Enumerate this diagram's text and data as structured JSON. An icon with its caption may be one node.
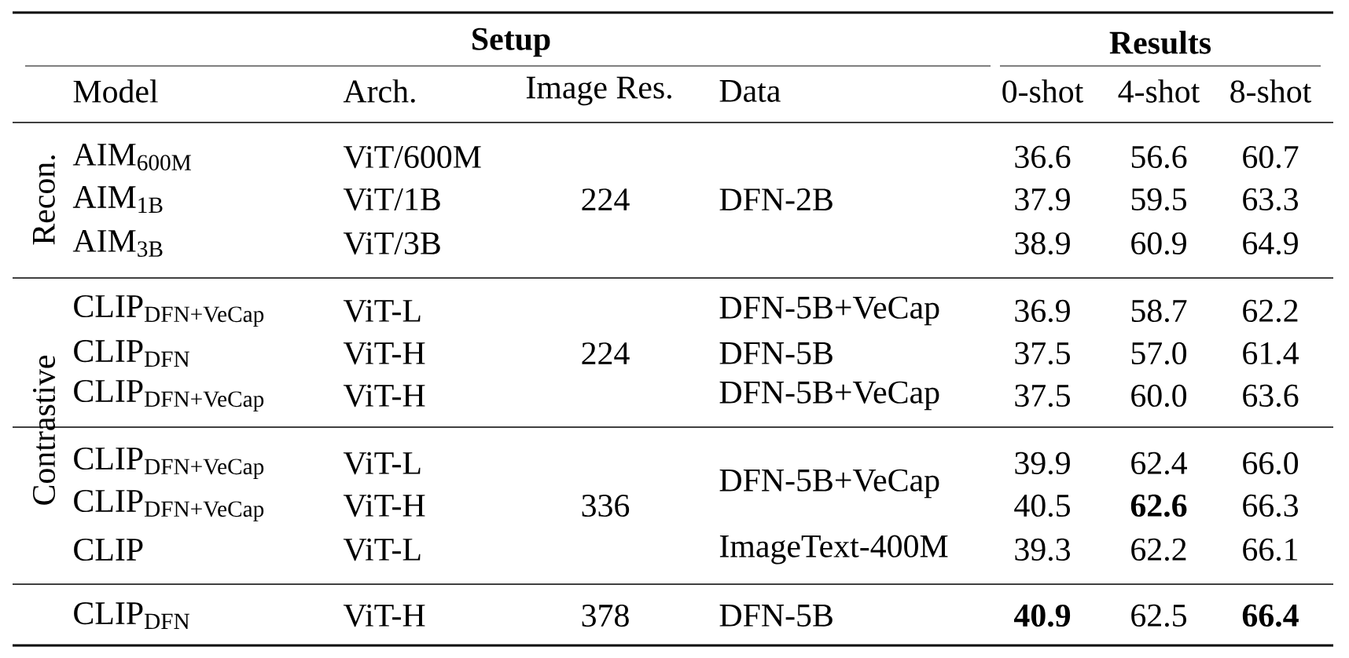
{
  "diagram": {
    "labels": [
      "Setup",
      "Results",
      "Model",
      "Arch.",
      "Image Res.",
      "Data",
      "0-shot",
      "4-shot",
      "8-shot",
      "Recon.",
      "AIM$_{600M}$",
      "ViT/600M",
      "36.6",
      "56.6",
      "60.7",
      "AIM$_{1B}$",
      "ViT/1B",
      "224",
      "DFN-2B",
      "37.9",
      "59.5",
      "63.3",
      "AIM$_{3B}$",
      "ViT/3B",
      "38.9",
      "60.9",
      "64.9",
      "Contrastive",
      "CLIP$_{DFN+VeCap}$",
      "ViT-L",
      "DFN-5B+VeCap",
      "36.9",
      "58.7",
      "62.2",
      "CLIP$_{DFN}$",
      "ViT-H",
      "224",
      "DFN-5B",
      "37.5",
      "57.0",
      "61.4",
      "CLIP$_{DFN+VeCap}$",
      "ViT-H",
      "DFN-5B+VeCap",
      "37.5",
      "60.0",
      "63.6",
      "CLIP$_{DFN+VeCap}$",
      "ViT-L",
      "39.9",
      "62.4",
      "66.0",
      "CLIP$_{DFN+VeCap}$",
      "ViT-H",
      "336",
      "DFN-5B+VeCap",
      "40.5",
      "62.6",
      "66.3",
      "CLIP",
      "ViT-L",
      "ImageText-400M",
      "39.3",
      "62.2",
      "66.1",
      "CLIP$_{DFN}$",
      "ViT-H",
      "378",
      "DFN-5B",
      "40.9",
      "62.5",
      "66.4"
    ]
  }
}
